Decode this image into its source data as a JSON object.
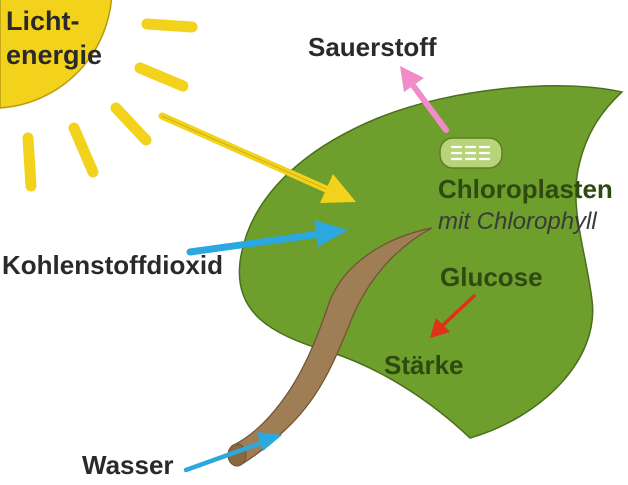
{
  "labels": {
    "light_line1": "Licht-",
    "light_line2": "energie",
    "oxygen": "Sauerstoff",
    "carbon_dioxide": "Kohlenstoffdioxid",
    "water": "Wasser",
    "chloroplasts": "Chloroplasten",
    "chloroplasts_sub": "mit Chlorophyll",
    "glucose": "Glucose",
    "starch": "Stärke"
  },
  "colors": {
    "sun": "#f2d21a",
    "leaf": "#6e9e2c",
    "stem": "#a07e55",
    "arrow_light": "#f2d21a",
    "arrow_co2_water": "#2aa8df",
    "arrow_oxygen": "#f08cc8",
    "arrow_glucose": "#e0301a",
    "chloroplast": "#b9d37a"
  }
}
